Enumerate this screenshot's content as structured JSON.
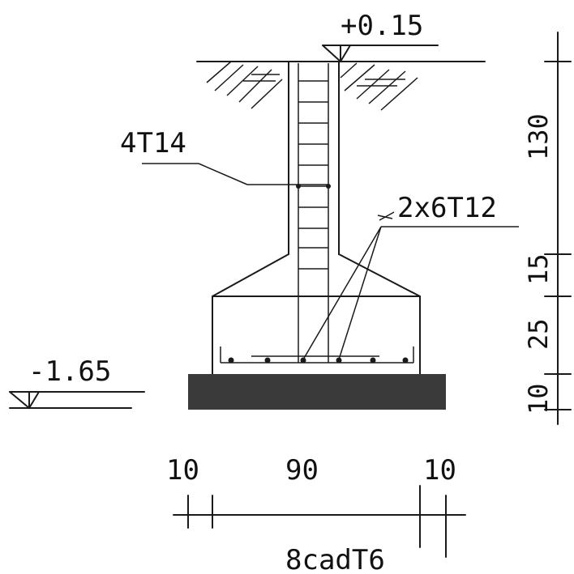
{
  "drawing": {
    "level_top": "+0.15",
    "level_bottom": "-1.65",
    "rebar_column": "4T14",
    "rebar_footing": "2x6T12",
    "stirrups": "8cadT6",
    "dim_left": "10",
    "dim_middle": "90",
    "dim_right": "10",
    "dim_v_column": "130",
    "dim_v_haunch": "15",
    "dim_v_footing": "25",
    "dim_v_blinding": "10"
  },
  "colors": {
    "ink": "#1a1a1a",
    "blinding_fill": "#3a3a3a",
    "background": "#ffffff"
  }
}
